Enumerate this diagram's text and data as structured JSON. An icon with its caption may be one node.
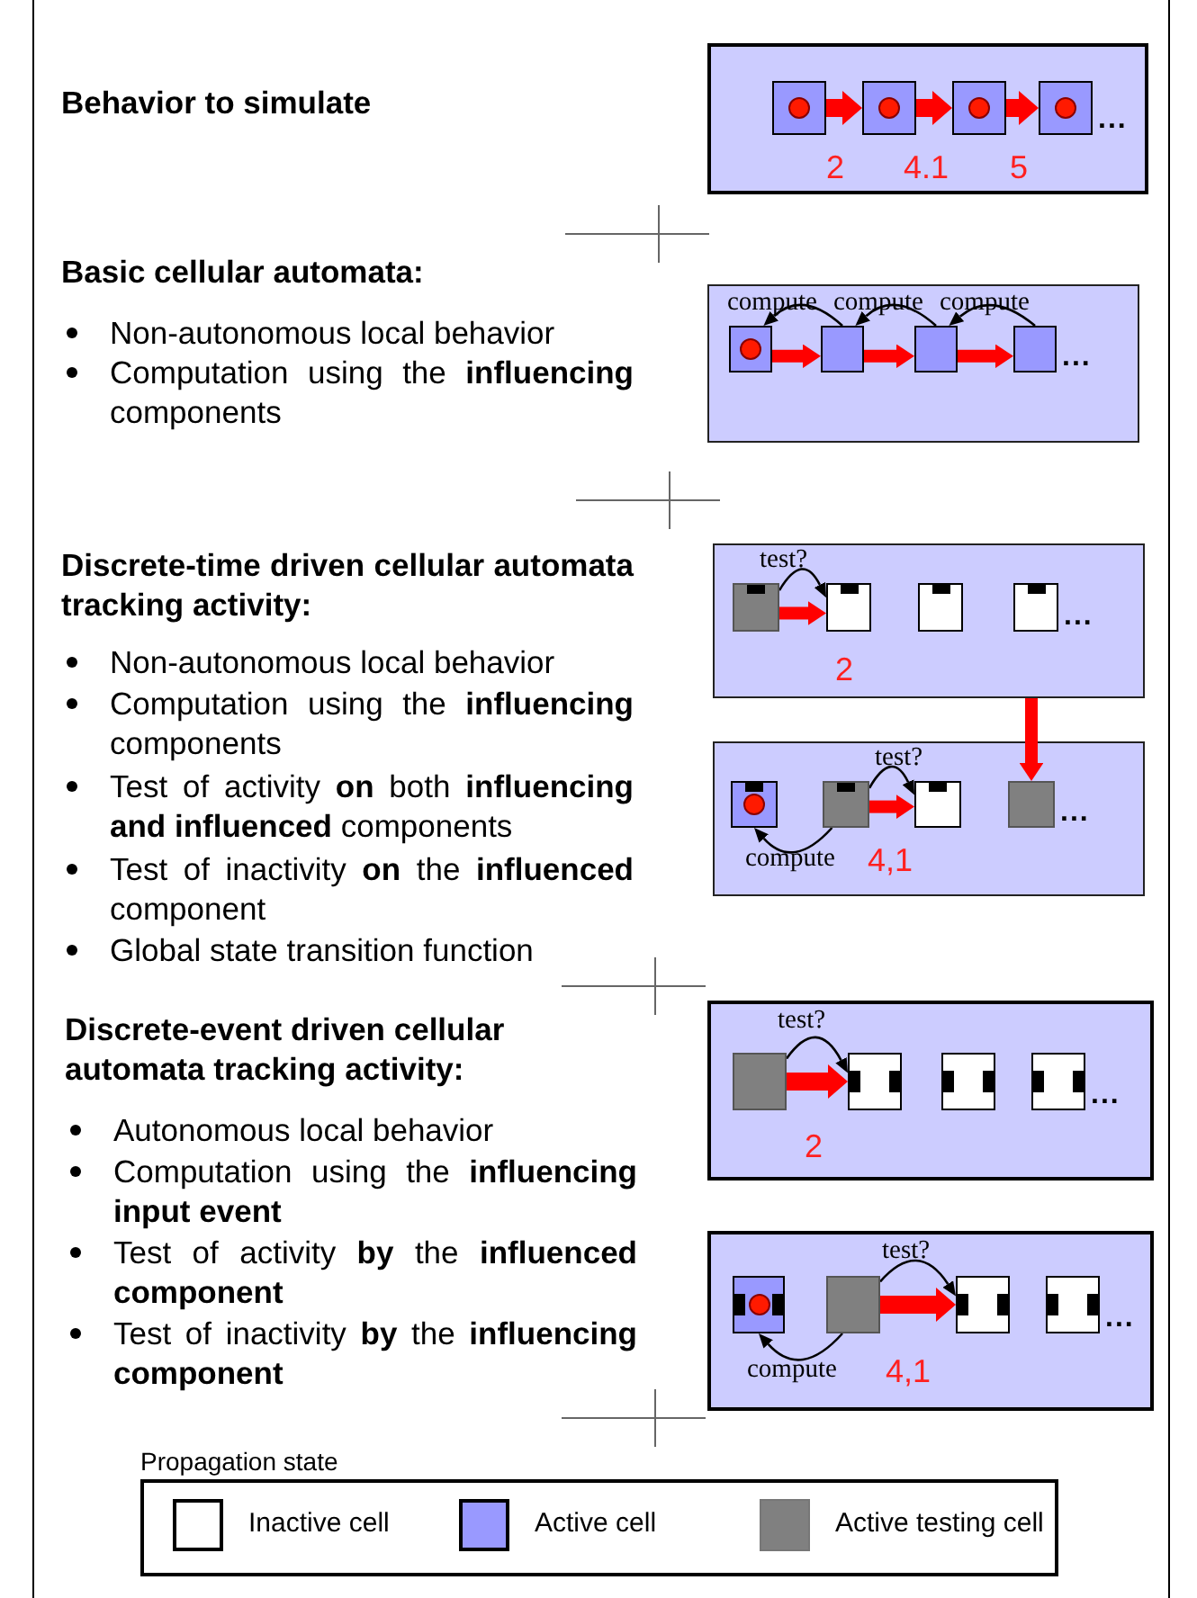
{
  "diagram": {
    "nodes": [
      {
        "text": [],
        "shape": "box"
      },
      {
        "text": [],
        "shape": "box",
        "in": 0
      },
      {
        "text": [],
        "shape": "box",
        "in": 0
      },
      {
        "text": [],
        "shape": "box",
        "in": 0
      },
      {
        "text": [],
        "shape": "box",
        "in": 0,
        "beside": [
          "..."
        ]
      },
      {
        "text": [],
        "shape": "box"
      },
      {
        "text": [],
        "shape": "box",
        "in": 5
      },
      {
        "text": [],
        "shape": "box",
        "in": 5
      },
      {
        "text": [],
        "shape": "box",
        "in": 5
      },
      {
        "text": [],
        "shape": "box",
        "in": 5,
        "beside": [
          "..."
        ]
      },
      {
        "text": [],
        "shape": "box"
      },
      {
        "text": [],
        "shape": "box",
        "in": 10
      },
      {
        "text": [],
        "shape": "box",
        "in": 10
      },
      {
        "text": [],
        "shape": "box",
        "in": 10
      },
      {
        "text": [],
        "shape": "box",
        "in": 10,
        "beside": [
          "..."
        ]
      },
      {
        "text": [],
        "shape": "box"
      },
      {
        "text": [],
        "shape": "box",
        "in": 15
      },
      {
        "text": [],
        "shape": "box",
        "in": 15
      },
      {
        "text": [],
        "shape": "box",
        "in": 15
      },
      {
        "text": [],
        "shape": "box",
        "in": 15,
        "beside": [
          "..."
        ]
      },
      {
        "text": [],
        "shape": "box"
      },
      {
        "text": [],
        "shape": "box",
        "in": 20
      },
      {
        "text": [],
        "shape": "box",
        "in": 20
      },
      {
        "text": [],
        "shape": "box",
        "in": 20
      },
      {
        "text": [],
        "shape": "box",
        "in": 20,
        "beside": [
          "..."
        ]
      },
      {
        "text": [],
        "shape": "box"
      },
      {
        "text": [],
        "shape": "box",
        "in": 25
      },
      {
        "text": [],
        "shape": "box",
        "in": 25
      },
      {
        "text": [],
        "shape": "box",
        "in": 25
      },
      {
        "text": [],
        "shape": "box",
        "in": 25,
        "beside": [
          "..."
        ]
      }
    ],
    "edges": [
      {
        "from": 1,
        "to": 2,
        "arrow": "to",
        "color": "#ff0000"
      },
      {
        "from": 2,
        "to": 3,
        "arrow": "to",
        "color": "#ff0000"
      },
      {
        "from": 3,
        "to": 4,
        "arrow": "to",
        "color": "#ff0000"
      },
      {
        "from": 6,
        "to": 7,
        "arrow": "to",
        "color": "#ff0000"
      },
      {
        "from": 7,
        "to": 8,
        "arrow": "to",
        "color": "#ff0000"
      },
      {
        "from": 8,
        "to": 9,
        "arrow": "to",
        "color": "#ff0000"
      },
      {
        "from": 7,
        "to": 6,
        "arrow": "to",
        "label": "compute",
        "color": "#000000"
      },
      {
        "from": 8,
        "to": 7,
        "arrow": "to",
        "label": "compute",
        "color": "#000000"
      },
      {
        "from": 9,
        "to": 8,
        "arrow": "to",
        "label": "compute",
        "color": "#000000"
      },
      {
        "from": 11,
        "to": 12,
        "arrow": "to",
        "color": "#ff0000"
      },
      {
        "from": 11,
        "to": 12,
        "arrow": "to",
        "label": "test?",
        "color": "#000000"
      },
      {
        "from": 10,
        "to": 19,
        "arrow": "to",
        "color": "#ff0000"
      },
      {
        "from": 17,
        "to": 18,
        "arrow": "to",
        "color": "#ff0000"
      },
      {
        "from": 17,
        "to": 18,
        "arrow": "to",
        "label": "test?",
        "color": "#000000"
      },
      {
        "from": 17,
        "to": 16,
        "arrow": "to",
        "label": "compute",
        "color": "#000000"
      },
      {
        "from": 21,
        "to": 22,
        "arrow": "to",
        "color": "#ff0000"
      },
      {
        "from": 21,
        "to": 22,
        "arrow": "to",
        "label": "test?",
        "color": "#000000"
      },
      {
        "from": 27,
        "to": 28,
        "arrow": "to",
        "color": "#ff0000"
      },
      {
        "from": 27,
        "to": 28,
        "arrow": "to",
        "label": "test?",
        "color": "#000000"
      },
      {
        "from": 27,
        "to": 26,
        "arrow": "to",
        "label": "compute",
        "color": "#000000"
      }
    ],
    "labels": [
      "Behavior to simulate",
      "2",
      "4.1",
      "5",
      "Basic cellular automata:",
      "Non-autonomous local behavior",
      "Computation using the **influencing** components",
      "Discrete-time driven cellular automata tracking activity:",
      "2",
      "Non-autonomous local behavior",
      "Computation using the **influencing** components",
      "Test of activity **on** both **influencing and influenced** components",
      "Test of inactivity **on** the **influenced** component",
      "Global state transition function",
      "4,1",
      "Discrete-event driven cellular automata tracking activity:",
      "2",
      "Autonomous local behavior",
      "Computation using the **influencing input event**",
      "Test of activity **by** the **influenced component**",
      "Test of inactivity **by** the **influencing component**",
      "4,1",
      "Propagation state"
    ],
    "legend": [
      {
        "text": "Inactive cell",
        "color": "#ffffff"
      },
      {
        "text": "Active cell",
        "color": "#9999ff"
      },
      {
        "text": "Active testing cell",
        "color": "#808080"
      }
    ]
  }
}
